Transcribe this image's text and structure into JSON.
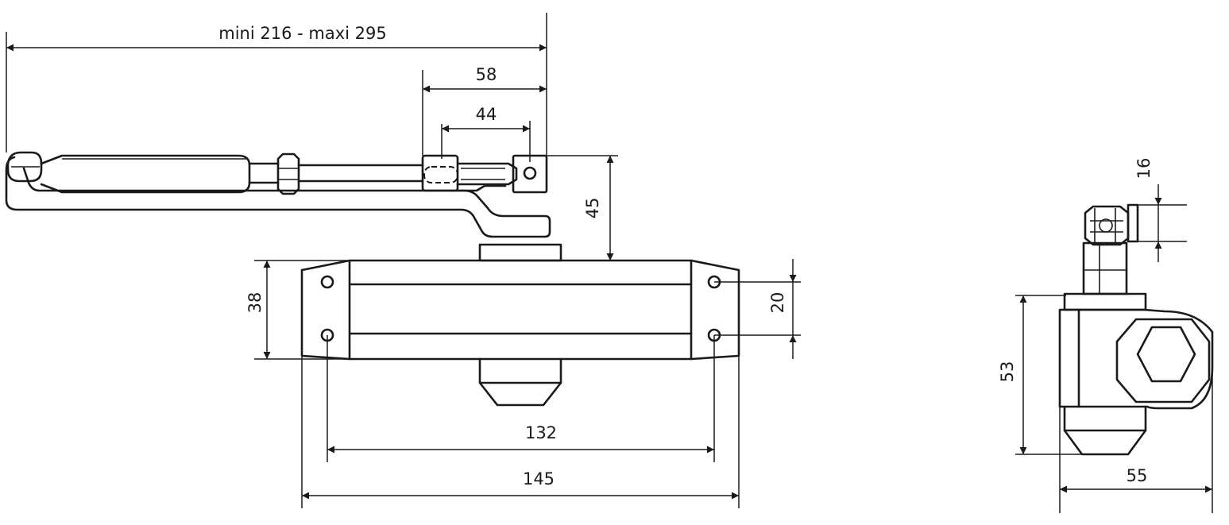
{
  "dimensions": {
    "arm_span": "mini 216 - maxi 295",
    "arm_adjust": "58",
    "arm_slot": "44",
    "arm_height": "45",
    "body_height": "38",
    "hole_spacing_v": "20",
    "hole_spacing_h": "132",
    "body_length": "145",
    "shaft_height": "16",
    "side_height": "53",
    "side_depth": "55"
  }
}
